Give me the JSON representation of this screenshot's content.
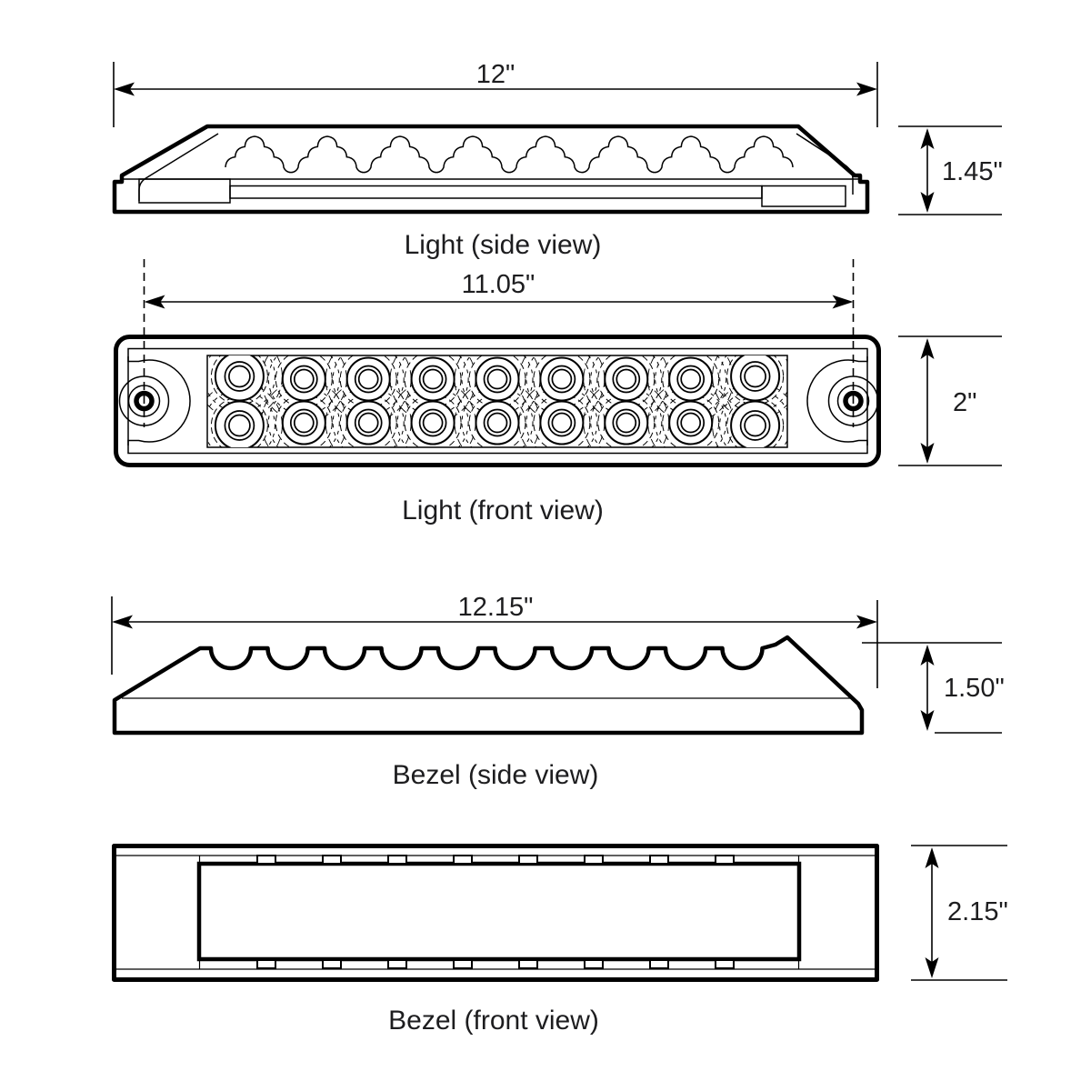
{
  "drawing": {
    "views": [
      {
        "label": "Light (side view)",
        "width_dim": "12\"",
        "height_dim": "1.45\""
      },
      {
        "label": "Light (front view)",
        "width_dim": "11.05\"",
        "height_dim": "2\""
      },
      {
        "label": "Bezel (side view)",
        "width_dim": "12.15\"",
        "height_dim": "1.50\""
      },
      {
        "label": "Bezel (front view)",
        "height_dim": "2.15\""
      }
    ],
    "colors": {
      "line": "#000000",
      "text": "#1d1d1f",
      "background": "#ffffff"
    }
  }
}
